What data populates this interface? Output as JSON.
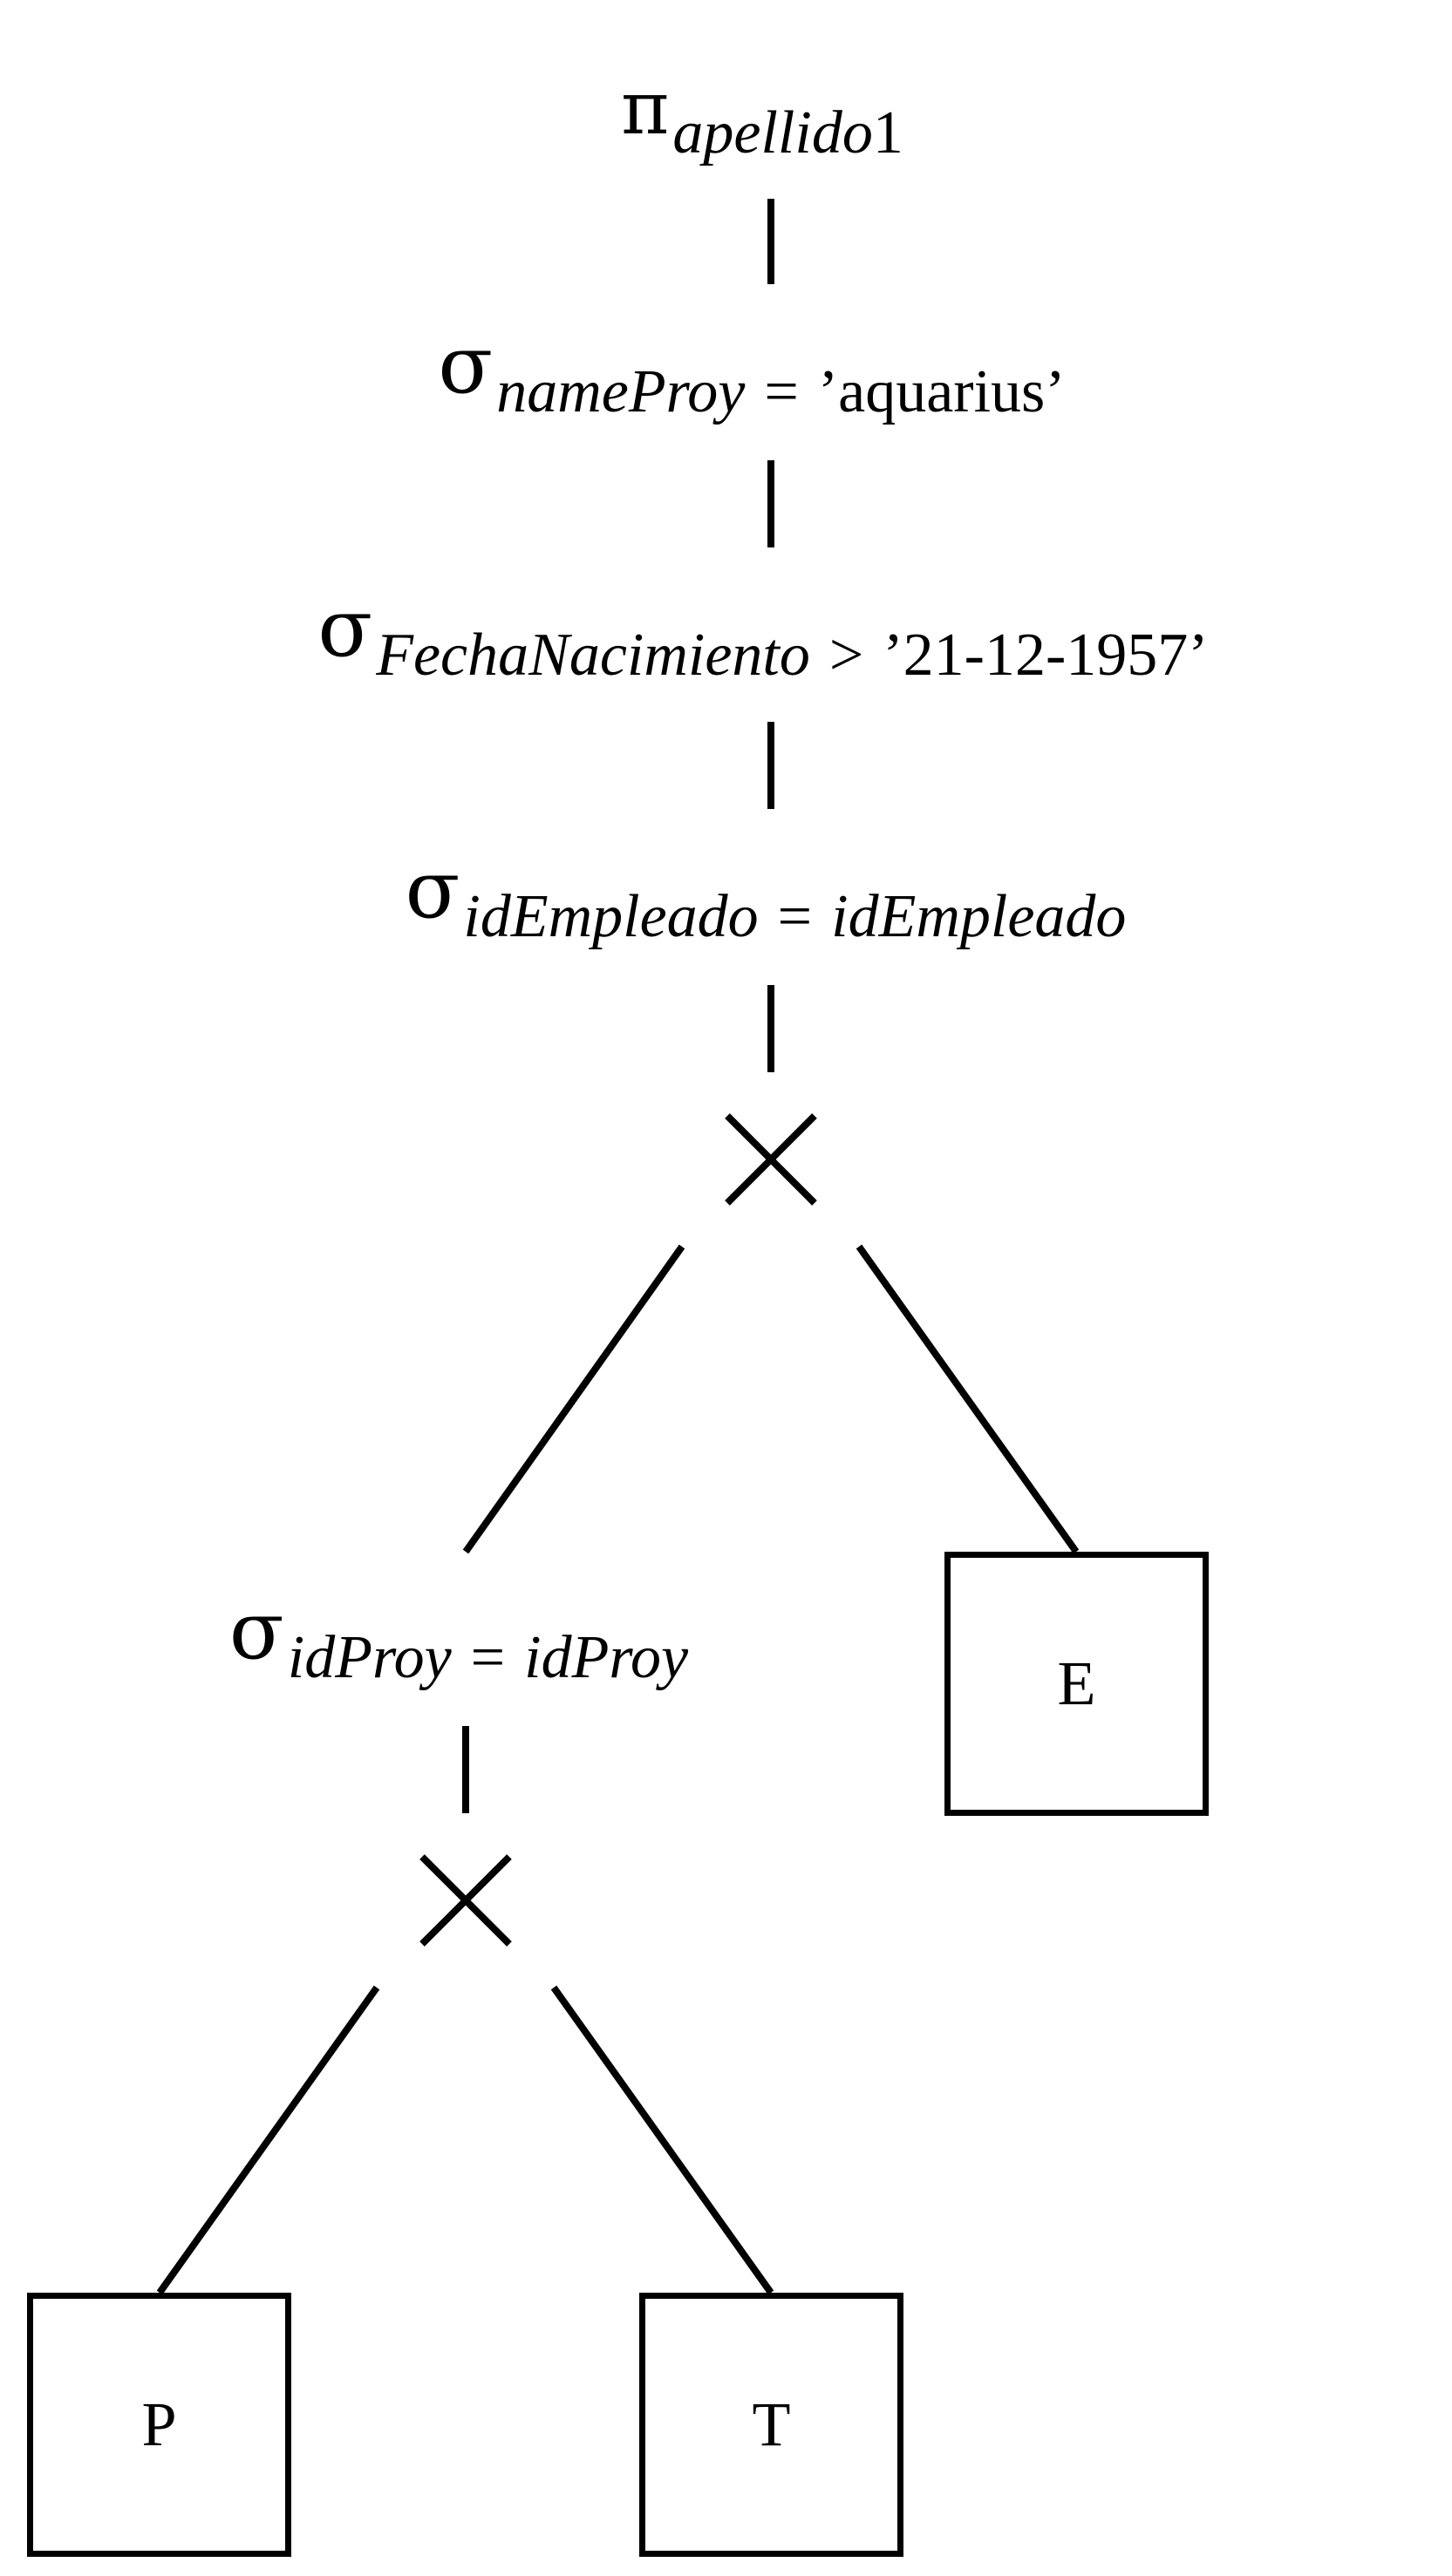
{
  "tree": {
    "projection": {
      "symbol": "π",
      "attribute": "apellido",
      "attribute_suffix": "1"
    },
    "select_project": {
      "symbol": "σ",
      "left": "nameProy",
      "operator": "=",
      "right": "’aquarius’"
    },
    "select_date": {
      "symbol": "σ",
      "left": "FechaNacimiento",
      "operator": ">",
      "right": "’21-12-1957’"
    },
    "select_employee": {
      "symbol": "σ",
      "left": "idEmpleado",
      "operator": "=",
      "right": "idEmpleado"
    },
    "cross_top": {
      "symbol": "×"
    },
    "select_proy": {
      "symbol": "σ",
      "left": "idProy",
      "operator": "=",
      "right": "idProy"
    },
    "cross_bottom": {
      "symbol": "×"
    },
    "relations": {
      "e": "E",
      "p": "P",
      "t": "T"
    }
  }
}
